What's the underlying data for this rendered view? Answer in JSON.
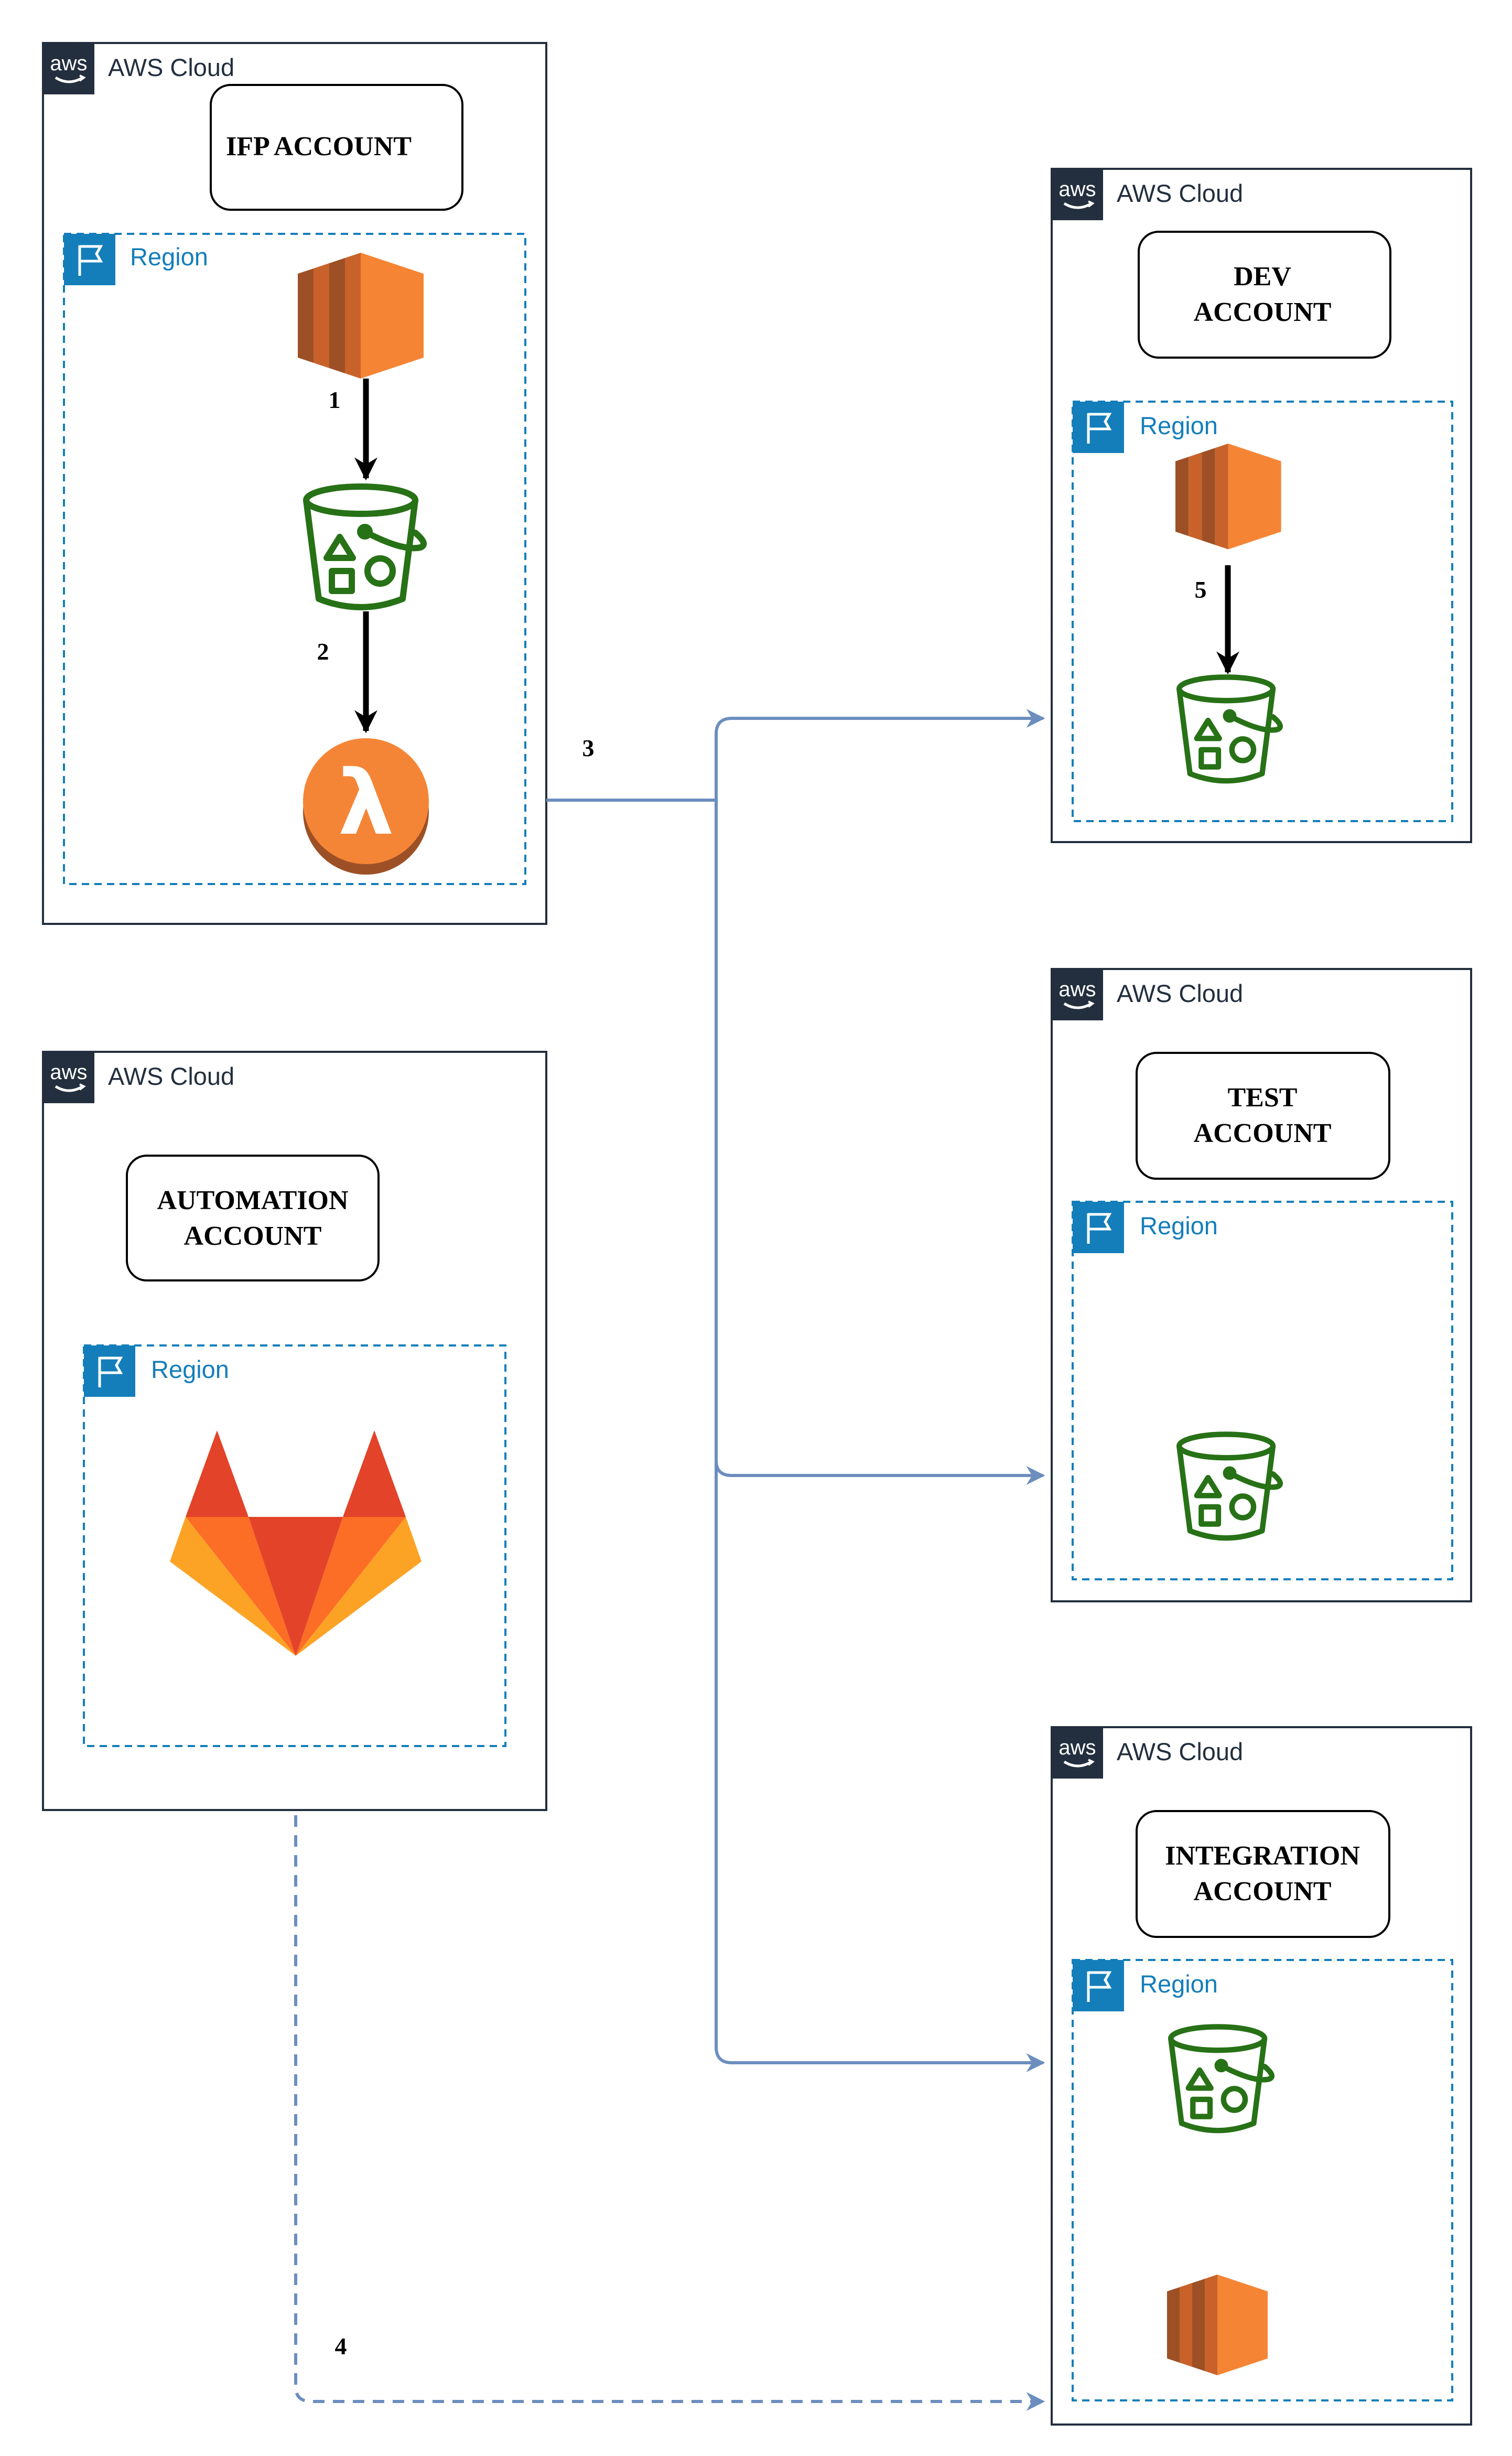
{
  "accounts": {
    "ifp": {
      "cloud_label": "AWS Cloud",
      "name_lines": [
        "IFP ACCOUNT"
      ],
      "region_label": "Region"
    },
    "automation": {
      "cloud_label": "AWS Cloud",
      "name_lines": [
        "AUTOMATION",
        "ACCOUNT"
      ],
      "region_label": "Region"
    },
    "dev": {
      "cloud_label": "AWS Cloud",
      "name_lines": [
        "DEV",
        "ACCOUNT"
      ],
      "region_label": "Region"
    },
    "test": {
      "cloud_label": "AWS Cloud",
      "name_lines": [
        "TEST",
        "ACCOUNT"
      ],
      "region_label": "Region"
    },
    "integration": {
      "cloud_label": "AWS Cloud",
      "name_lines": [
        "INTEGRATION",
        "ACCOUNT"
      ],
      "region_label": "Region"
    }
  },
  "steps": {
    "s1": "1",
    "s2": "2",
    "s3": "3",
    "s4": "4",
    "s5": "5"
  },
  "icons": {
    "aws_logo": "aws",
    "ec2": "ec2-icon",
    "s3": "s3-bucket-icon",
    "lambda": "lambda-icon",
    "gitlab": "gitlab-icon",
    "region_flag": "flag-icon"
  },
  "colors": {
    "cloud_border": "#232f3e",
    "region_border": "#147eba",
    "ec2_orange": "#f58534",
    "s3_green": "#277116",
    "lambda_orange": "#f58536",
    "connector_blue": "#6c8ebf",
    "arrow_black": "#000000",
    "gitlab_red": "#e24329",
    "gitlab_orange": "#fc6d26",
    "gitlab_yellow": "#fca326"
  }
}
